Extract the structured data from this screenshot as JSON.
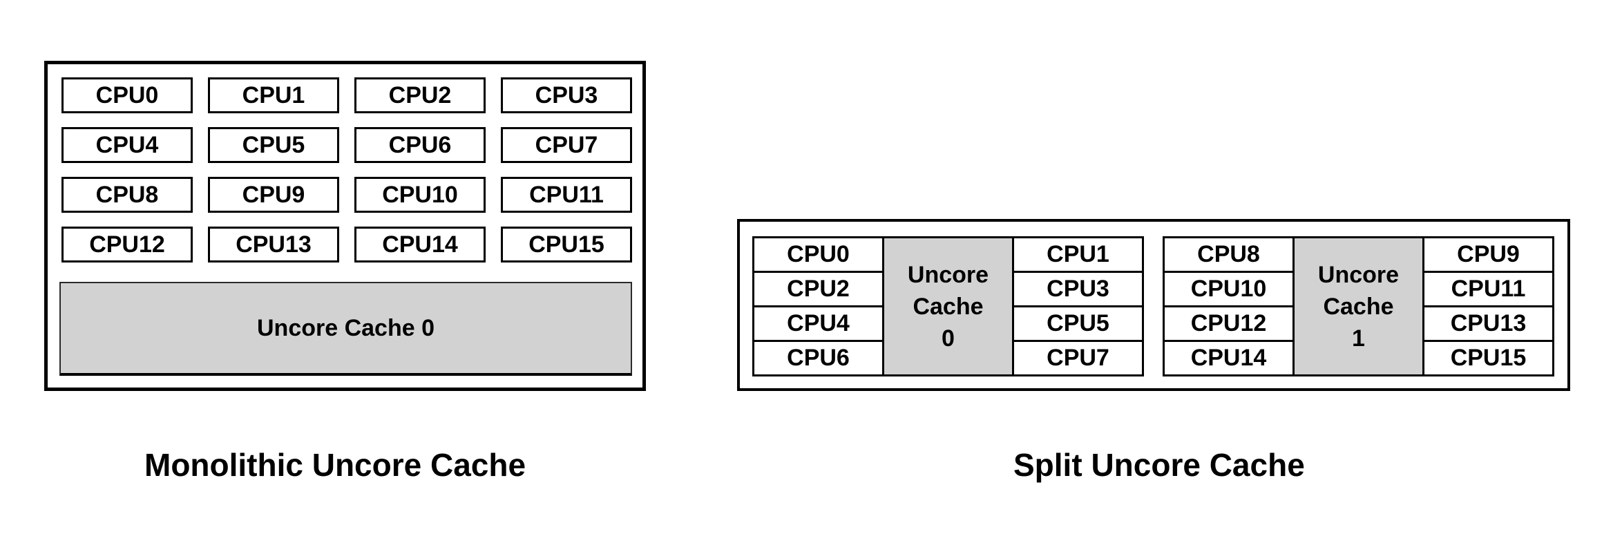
{
  "diagram": {
    "monolithic": {
      "caption": "Monolithic Uncore Cache",
      "cpus": [
        "CPU0",
        "CPU1",
        "CPU2",
        "CPU3",
        "CPU4",
        "CPU5",
        "CPU6",
        "CPU7",
        "CPU8",
        "CPU9",
        "CPU10",
        "CPU11",
        "CPU12",
        "CPU13",
        "CPU14",
        "CPU15"
      ],
      "cache_label": "Uncore Cache 0"
    },
    "split": {
      "caption": "Split Uncore Cache",
      "clusters": [
        {
          "left_cpus": [
            "CPU0",
            "CPU2",
            "CPU4",
            "CPU6"
          ],
          "cache_lines": [
            "Uncore",
            "Cache",
            "0"
          ],
          "right_cpus": [
            "CPU1",
            "CPU3",
            "CPU5",
            "CPU7"
          ]
        },
        {
          "left_cpus": [
            "CPU8",
            "CPU10",
            "CPU12",
            "CPU14"
          ],
          "cache_lines": [
            "Uncore",
            "Cache",
            "1"
          ],
          "right_cpus": [
            "CPU9",
            "CPU11",
            "CPU13",
            "CPU15"
          ]
        }
      ]
    },
    "colors": {
      "background": "#ffffff",
      "border": "#000000",
      "cache_fill": "#d2d2d2",
      "text": "#000000"
    }
  }
}
